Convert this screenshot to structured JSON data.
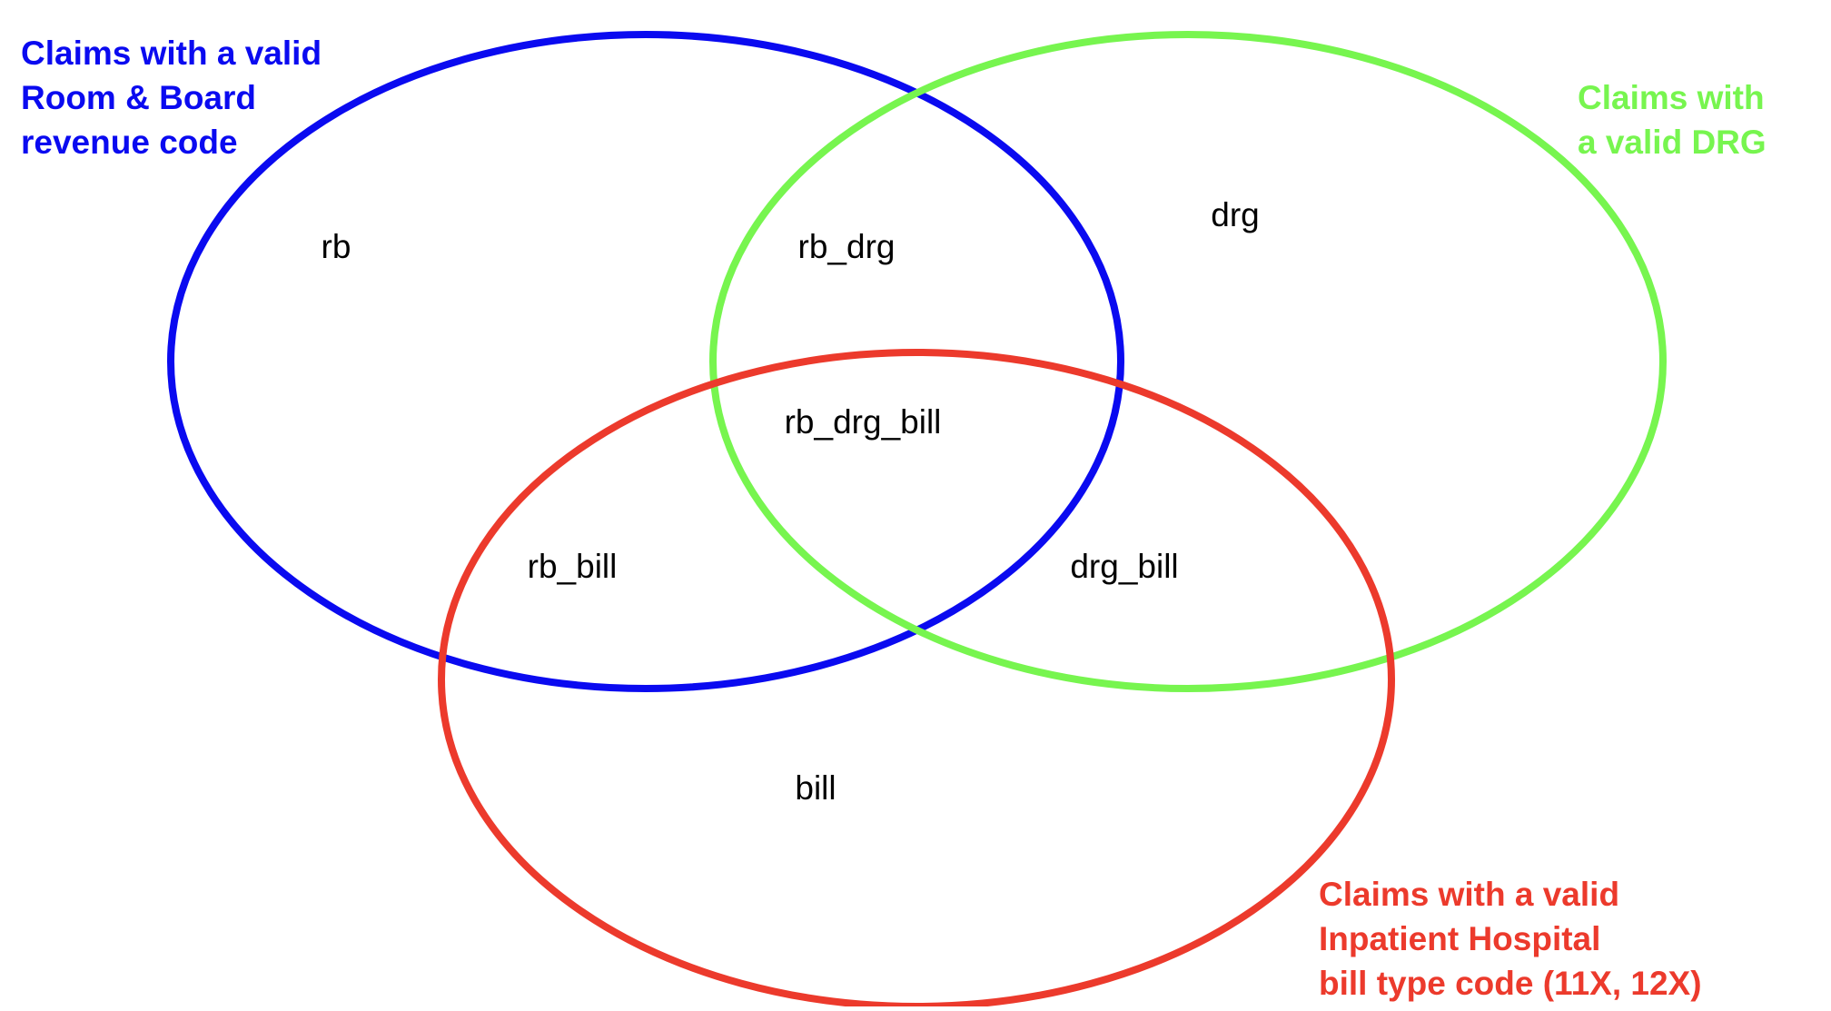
{
  "colors": {
    "rb": "#0a0af0",
    "drg": "#77f54f",
    "bill": "#ec3a2c",
    "region_text": "#000000",
    "background": "#ffffff"
  },
  "sets": {
    "rb": {
      "label_lines": [
        "Claims with a valid",
        "Room & Board",
        "revenue code"
      ]
    },
    "drg": {
      "label_lines": [
        "Claims with",
        "a valid DRG"
      ]
    },
    "bill": {
      "label_lines": [
        "Claims with a valid",
        "Inpatient Hospital",
        "bill type code (11X, 12X)"
      ]
    }
  },
  "regions": {
    "rb": "rb",
    "rb_drg": "rb_drg",
    "drg": "drg",
    "rb_drg_bill": "rb_drg_bill",
    "rb_bill": "rb_bill",
    "drg_bill": "drg_bill",
    "bill": "bill"
  }
}
